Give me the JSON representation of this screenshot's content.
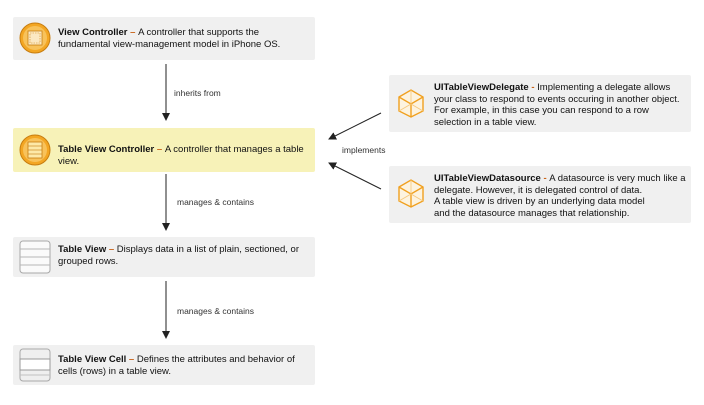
{
  "nodes": {
    "view_controller": {
      "name": "View Controller",
      "sep": " – ",
      "desc": "A controller that supports the fundamental view-management model in iPhone OS."
    },
    "table_view_controller": {
      "name": "Table View Controller",
      "sep": " – ",
      "desc": "A controller that manages a table view."
    },
    "table_view": {
      "name": "Table View",
      "sep": " – ",
      "desc": "Displays data in a list of plain, sectioned, or grouped rows."
    },
    "table_view_cell": {
      "name": "Table View Cell",
      "sep": " – ",
      "desc": "Defines the attributes and behavior of cells (rows) in a table view."
    },
    "delegate": {
      "name": "UITableViewDelegate",
      "sep": " - ",
      "desc": "Implementing a delegate allows your class to respond to events occuring in another object. For example, in this case you can respond to a row selection in a table view."
    },
    "datasource": {
      "name": "UITableViewDatasource",
      "sep": " - ",
      "desc": "A datasource is very much like a delegate. However, it is delegated control of data.",
      "desc2": "A table view is driven by an underlying data model",
      "desc3": "and the datasource manages that relationship."
    }
  },
  "edges": {
    "inherits": "inherits from",
    "implements": "implements",
    "manages1": "manages & contains",
    "manages2": "manages & contains"
  },
  "colors": {
    "box_bg": "#f0f0f0",
    "highlight_bg": "#f7f2b8",
    "accent": "#c9641a",
    "icon_orange": "#f0a020"
  },
  "icons": [
    "view-controller-icon",
    "table-view-controller-icon",
    "table-view-icon",
    "table-view-cell-icon",
    "cube-icon"
  ]
}
